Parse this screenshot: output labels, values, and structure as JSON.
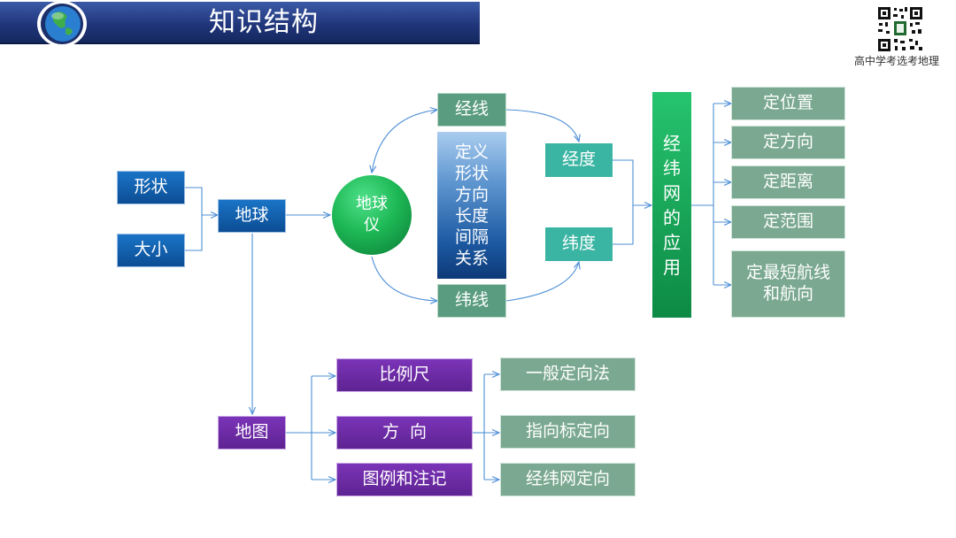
{
  "header": {
    "title": "知识结构"
  },
  "brand": {
    "text": "高中学考选考地理"
  },
  "nodes": {
    "shape": "形状",
    "size": "大小",
    "earth": "地球",
    "globe": [
      "地球",
      "仪"
    ],
    "meridian": "经线",
    "parallel": "纬线",
    "attributes": [
      "定义",
      "形状",
      "方向",
      "长度",
      "间隔",
      "关系"
    ],
    "longitude": "经度",
    "latitude": "纬度",
    "grid_application": [
      "经",
      "纬",
      "网",
      "的",
      "应",
      "用"
    ],
    "applications": [
      "定位置",
      "定方向",
      "定距离",
      "定范围"
    ],
    "app_route": [
      "定最短航线",
      "和航向"
    ],
    "map": "地图",
    "scale": "比例尺",
    "direction": "方  向",
    "legend": "图例和注记",
    "direction_methods": [
      "一般定向法",
      "指向标定向",
      "经纬网定向"
    ]
  },
  "colors": {
    "header_blue": "#1f3478",
    "node_blue": "#0c4d94",
    "node_teal": "#5a9c80",
    "node_green": "#1eb956",
    "node_purple": "#6a2aa3",
    "connector": "#4d8fd6"
  }
}
